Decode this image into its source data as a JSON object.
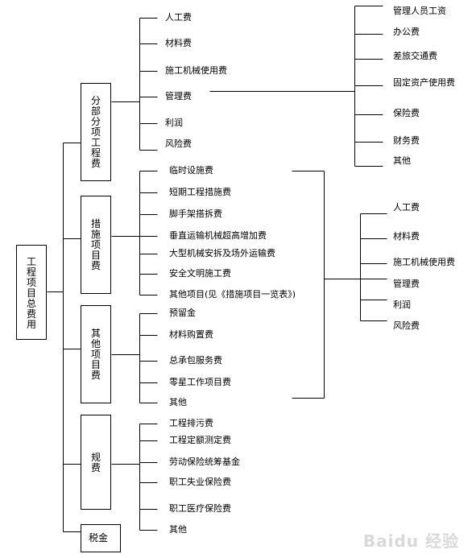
{
  "root": {
    "label": "工程项目总费用"
  },
  "categories": [
    {
      "label": "分部分项工程费",
      "items": [
        "人工费",
        "材料费",
        "施工机械使用费",
        "管理费",
        "利润",
        "风险费"
      ]
    },
    {
      "label": "措施项目费",
      "items": [
        "临时设施费",
        "短期工程措施费",
        "脚手架搭拆费",
        "垂直运输机械超高增加费",
        "大型机械安拆及场外运输费",
        "安全文明施工费",
        "其他项目(见《措施项目一览表》)"
      ]
    },
    {
      "label": "其他项目费",
      "items": [
        "预留金",
        "材料购置费",
        "总承包服务费",
        "零星工作项目费",
        "其他"
      ]
    },
    {
      "label": "规费",
      "items": [
        "工程排污费",
        "工程定额测定费",
        "劳动保险统筹基金",
        "职工失业保险费",
        "职工医疗保险费",
        "其他"
      ]
    },
    {
      "label": "税金",
      "items": []
    }
  ],
  "management_breakdown": [
    "管理人员工资",
    "办公费",
    "差旅交通费",
    "固定资产使用费",
    "保险费",
    "财务费",
    "其他"
  ],
  "shared_cost_breakdown": [
    "人工费",
    "材料费",
    "施工机械使用费",
    "管理费",
    "利润",
    "风险费"
  ],
  "watermark": "Baidu 经验"
}
